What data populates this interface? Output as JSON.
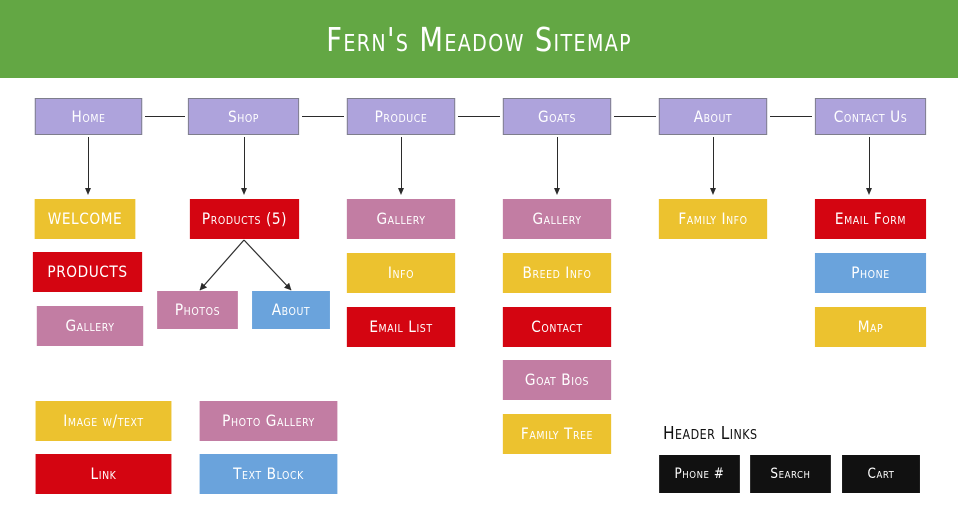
{
  "header": {
    "title": "Fern's Meadow Sitemap",
    "background_color": "#63A744",
    "text_color": "#ffffff"
  },
  "palette": {
    "purple": "#AEA3DC",
    "yellow": "#ECC22F",
    "red": "#D40511",
    "mauve": "#C27DA3",
    "blue": "#6AA3DC",
    "black": "#111111",
    "green": "#63A744",
    "connector": "#2b2b2b",
    "box_border": "#7e7e8c"
  },
  "top_nav": [
    {
      "label": "Home"
    },
    {
      "label": "Shop"
    },
    {
      "label": "Produce"
    },
    {
      "label": "Goats"
    },
    {
      "label": "About"
    },
    {
      "label": "Contact Us"
    }
  ],
  "columns": {
    "home": [
      {
        "label": "WELCOME",
        "color": "yellow"
      },
      {
        "label": "PRODUCTS",
        "color": "red"
      },
      {
        "label": "Gallery",
        "color": "mauve"
      }
    ],
    "shop": [
      {
        "label": "Products (5)",
        "color": "red"
      }
    ],
    "shop_children": [
      {
        "label": "Photos",
        "color": "mauve"
      },
      {
        "label": "About",
        "color": "blue"
      }
    ],
    "produce": [
      {
        "label": "Gallery",
        "color": "mauve"
      },
      {
        "label": "Info",
        "color": "yellow"
      },
      {
        "label": "Email List",
        "color": "red"
      }
    ],
    "goats": [
      {
        "label": "Gallery",
        "color": "mauve"
      },
      {
        "label": "Breed Info",
        "color": "yellow"
      },
      {
        "label": "Contact",
        "color": "red"
      },
      {
        "label": "Goat Bios",
        "color": "mauve"
      },
      {
        "label": "Family Tree",
        "color": "yellow"
      }
    ],
    "about": [
      {
        "label": "Family Info",
        "color": "yellow"
      }
    ],
    "contact": [
      {
        "label": "Email Form",
        "color": "red"
      },
      {
        "label": "Phone",
        "color": "blue"
      },
      {
        "label": "Map",
        "color": "yellow"
      }
    ]
  },
  "legend": [
    {
      "label": "Image w/text",
      "color": "yellow"
    },
    {
      "label": "Photo Gallery",
      "color": "mauve"
    },
    {
      "label": "Link",
      "color": "red"
    },
    {
      "label": "Text Block",
      "color": "blue"
    }
  ],
  "header_links": {
    "title": "Header Links",
    "items": [
      {
        "label": "Phone #"
      },
      {
        "label": "Search"
      },
      {
        "label": "Cart"
      }
    ]
  }
}
